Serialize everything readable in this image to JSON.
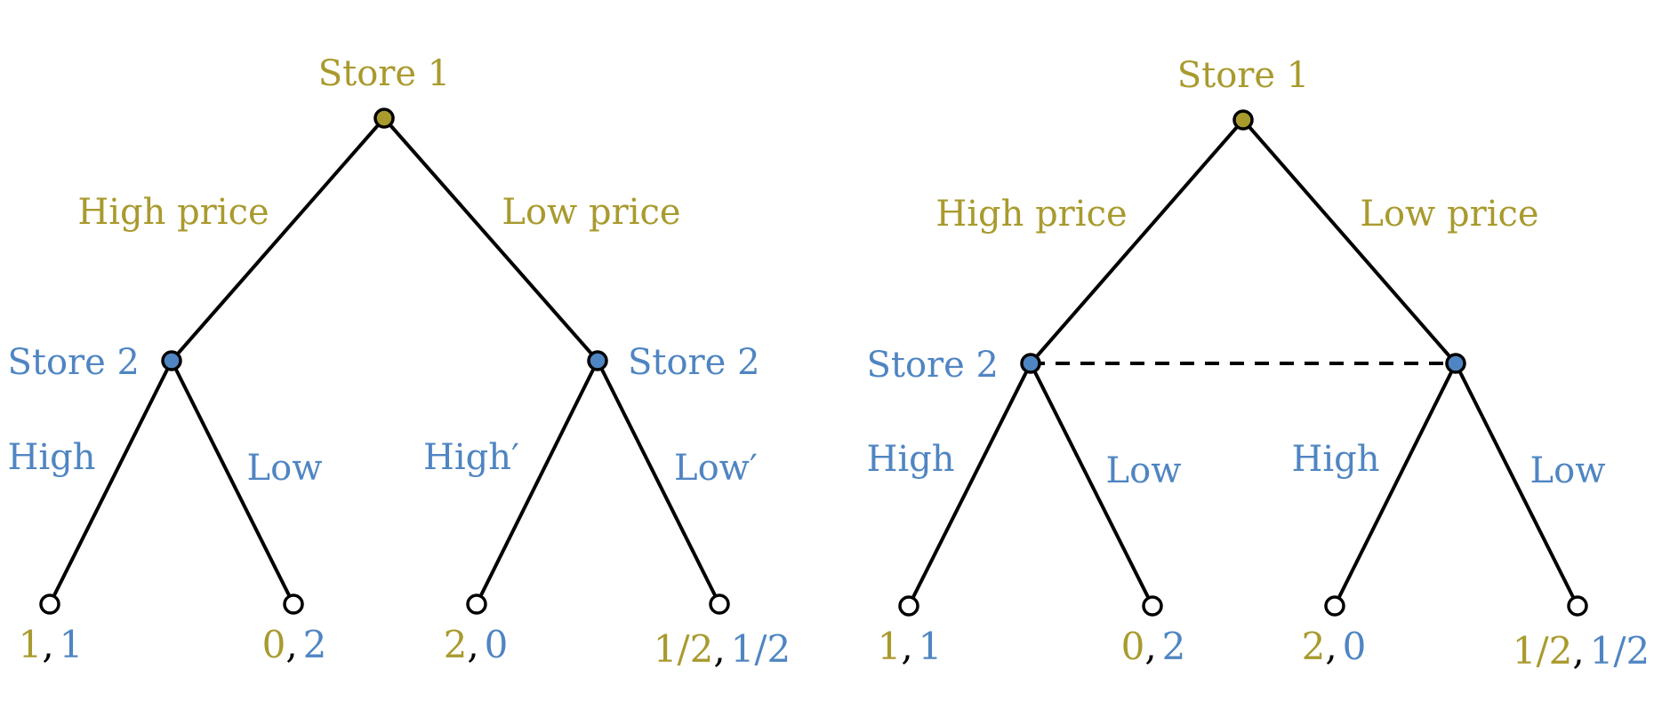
{
  "colors": {
    "player1": "#a99a2e",
    "player2": "#4f85c2",
    "edge": "#000000",
    "node_root": "#a99a2e",
    "node_p2": "#4f85c2",
    "node_terminal": "#ffffff"
  },
  "trees": [
    {
      "root_label": "Store 1",
      "left_action": "High price",
      "right_action": "Low price",
      "left_player_label": "Store 2",
      "right_player_label": "Store 2",
      "info_set_connected": false,
      "left_moves": [
        "High",
        "Low"
      ],
      "right_moves": [
        "High′",
        "Low′"
      ],
      "payoffs": [
        {
          "p1": "1",
          "sep": ",",
          "p2": "1"
        },
        {
          "p1": "0",
          "sep": ",",
          "p2": "2"
        },
        {
          "p1": "2",
          "sep": ",",
          "p2": "0"
        },
        {
          "p1": "1/2",
          "sep": ",",
          "p2": "1/2"
        }
      ]
    },
    {
      "root_label": "Store 1",
      "left_action": "High price",
      "right_action": "Low price",
      "left_player_label": "Store 2",
      "right_player_label": "",
      "info_set_connected": true,
      "left_moves": [
        "High",
        "Low"
      ],
      "right_moves": [
        "High",
        "Low"
      ],
      "payoffs": [
        {
          "p1": "1",
          "sep": ",",
          "p2": "1"
        },
        {
          "p1": "0",
          "sep": ",",
          "p2": "2"
        },
        {
          "p1": "2",
          "sep": ",",
          "p2": "0"
        },
        {
          "p1": "1/2",
          "sep": ",",
          "p2": "1/2"
        }
      ]
    }
  ]
}
